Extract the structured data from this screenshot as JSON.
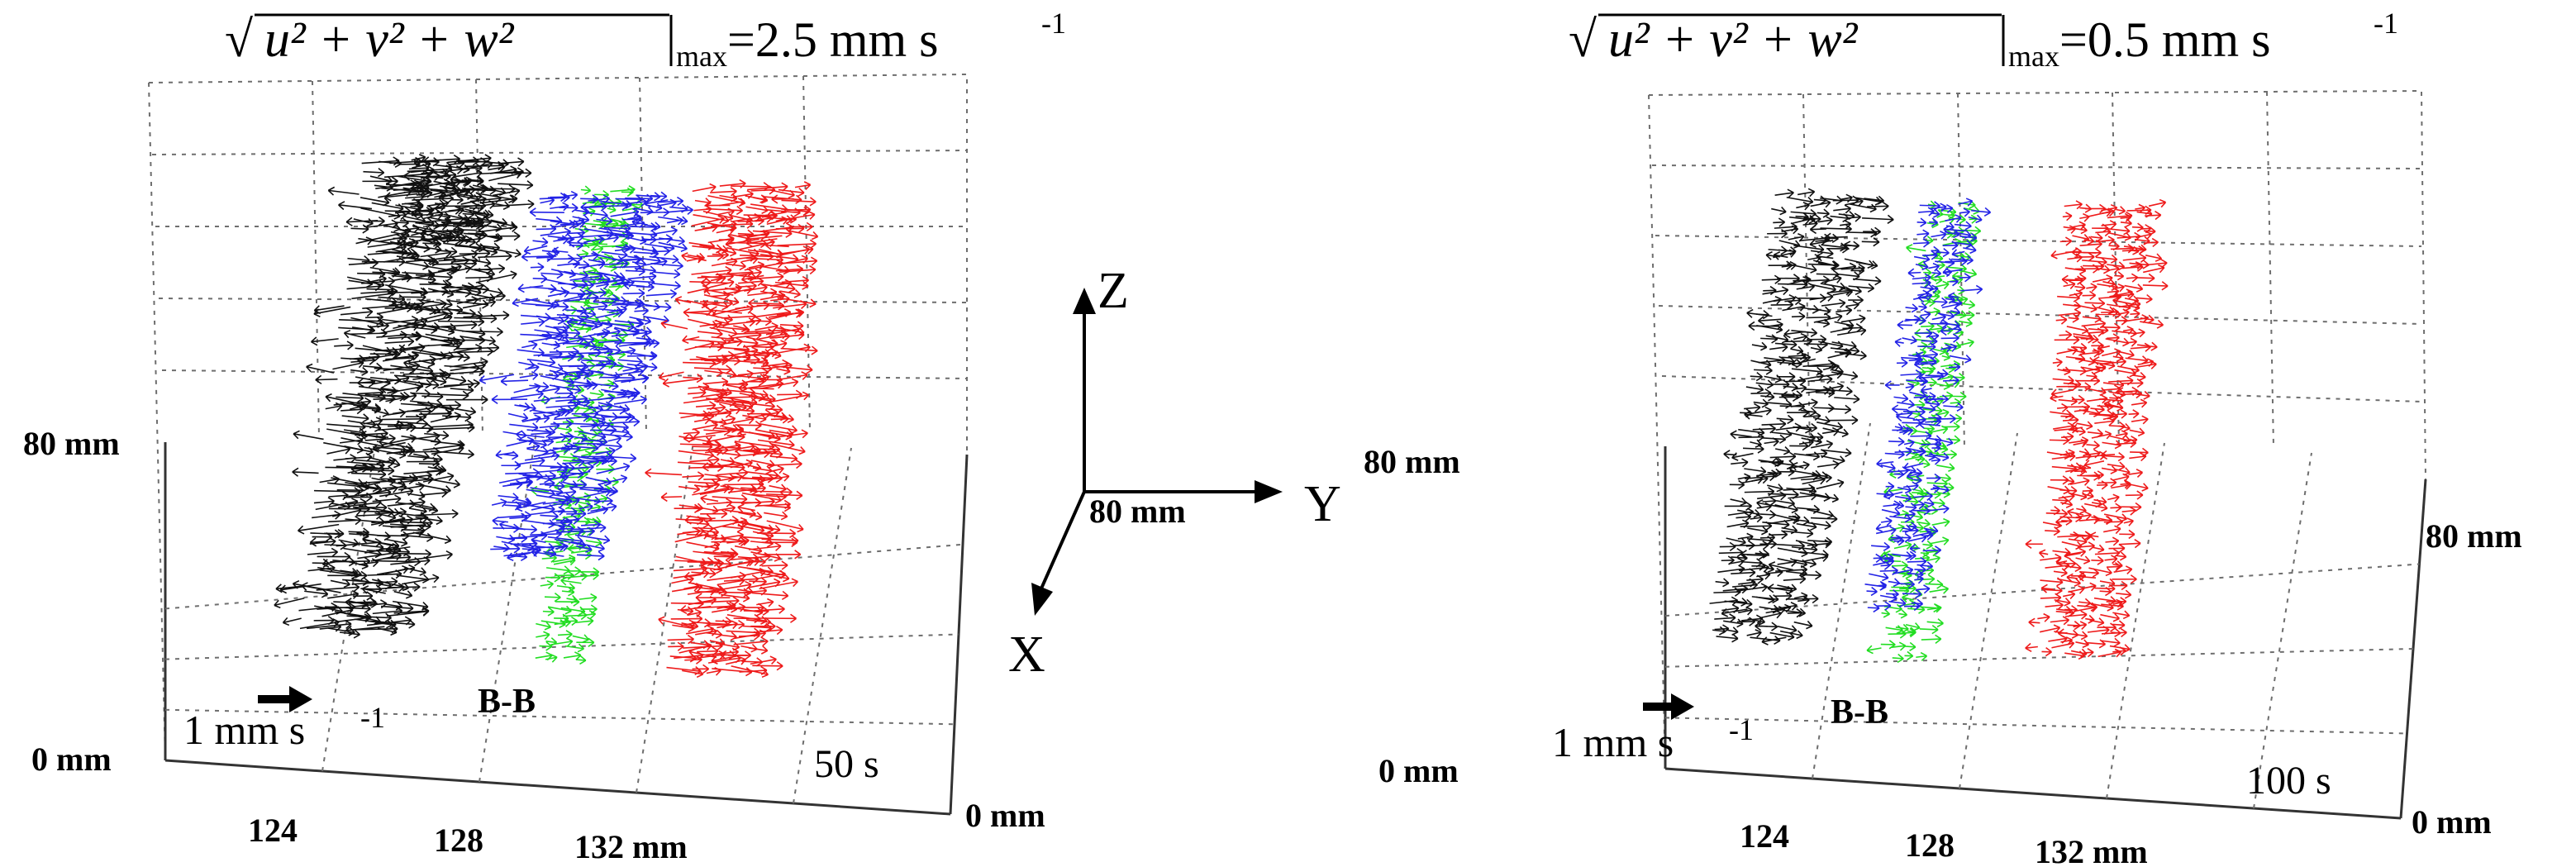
{
  "panels": [
    {
      "id": "left",
      "title": {
        "prefix": "√",
        "expr": "u² + v² + w²",
        "sub": "max",
        "value": "=2.5 mm s",
        "exp": "-1"
      },
      "z_label": "80 mm",
      "z_zero": "0 mm",
      "x_zero": "0 mm",
      "y_ticks": [
        "124",
        "128",
        "132 mm"
      ],
      "time": "50 s",
      "scale_text": "1 mm s",
      "scale_exp": "-1",
      "section": "B-B",
      "colors": {
        "black": "#111111",
        "blue": "#2323e6",
        "green": "#22dd22",
        "red": "#ee1b1b"
      }
    },
    {
      "id": "right",
      "title": {
        "prefix": "√",
        "expr": "u² + v² + w²",
        "sub": "max",
        "value": "=0.5 mm s",
        "exp": "-1"
      },
      "z_label": "80 mm",
      "z_zero": "0 mm",
      "x_zero": "0 mm",
      "x_label": "80 mm",
      "y_ticks": [
        "124",
        "128",
        "132 mm"
      ],
      "time": "100 s",
      "scale_text": "1 mm s",
      "scale_exp": "-1",
      "section": "B-B",
      "colors": {
        "black": "#111111",
        "blue": "#2323e6",
        "green": "#22dd22",
        "red": "#ee1b1b"
      }
    }
  ],
  "axes_triad": {
    "z": "Z",
    "y": "Y",
    "x": "X",
    "origin_label": "80 mm"
  }
}
